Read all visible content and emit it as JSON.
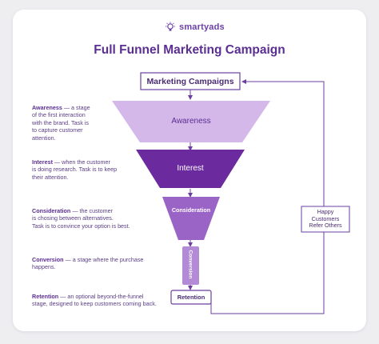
{
  "brand": {
    "name": "smartyads",
    "accent": "#6a3fa8"
  },
  "title": "Full Funnel Marketing Campaign",
  "top_box": "Marketing Campaigns",
  "side_box": [
    "Happy",
    "Customers",
    "Refer Others"
  ],
  "stages": {
    "awareness": {
      "label": "Awareness",
      "color": "#d5b8ea"
    },
    "interest": {
      "label": "Interest",
      "color": "#6b2a9e"
    },
    "consideration": {
      "label": "Consideration",
      "color": "#9a63c6"
    },
    "conversion": {
      "label": "Conversion",
      "color": "#b28ad6"
    },
    "retention": {
      "label": "Retention"
    }
  },
  "descriptions": {
    "awareness": {
      "term": "Awareness",
      "text": [
        " — a stage",
        "of the first interaction",
        "with the brand. Task is",
        "to capture customer",
        "attention."
      ]
    },
    "interest": {
      "term": "Interest",
      "text": [
        " — when the customer",
        "is doing research. Task is to keep",
        "their attention."
      ]
    },
    "consideration": {
      "term": "Consideration",
      "text": [
        " — the customer",
        "is chosing between alternatives.",
        "Task is to convince your option is best."
      ]
    },
    "conversion": {
      "term": "Conversion",
      "text": [
        " — a stage where the purchase",
        "happens."
      ]
    },
    "retention": {
      "term": "Retention",
      "text": [
        " — an optional beyond-the-funnel",
        "stage, designed to keep customers coming back."
      ]
    }
  }
}
